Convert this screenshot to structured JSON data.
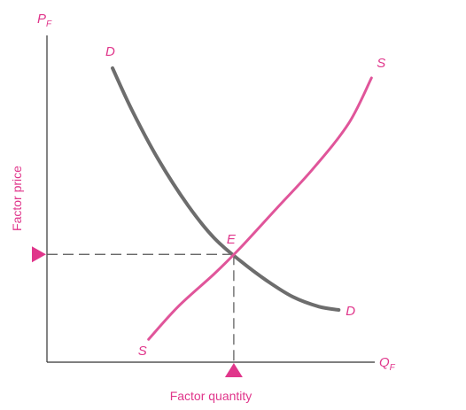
{
  "chart_data": {
    "type": "line",
    "title": "",
    "xlabel": "Factor quantity",
    "ylabel": "Factor price",
    "x_axis_symbol": "Q",
    "x_axis_symbol_sub": "F",
    "y_axis_symbol": "P",
    "y_axis_symbol_sub": "F",
    "xlim": [
      0,
      100
    ],
    "ylim": [
      0,
      100
    ],
    "grid": false,
    "series": [
      {
        "name": "D",
        "start_label": "D",
        "end_label": "D",
        "color": "#6d6d6d",
        "x": [
          20,
          26,
          34,
          43,
          51,
          59,
          67,
          75,
          83,
          89
        ],
        "y": [
          90,
          77,
          62,
          48,
          38,
          31,
          25,
          20,
          17,
          16
        ]
      },
      {
        "name": "S",
        "start_label": "S",
        "end_label": "S",
        "color": "#e0559a",
        "x": [
          31,
          40,
          51,
          59,
          70,
          81,
          92,
          99
        ],
        "y": [
          7,
          17,
          27,
          35,
          47,
          59,
          73,
          87
        ]
      }
    ],
    "equilibrium": {
      "label": "E",
      "x": 57,
      "y": 33
    },
    "colors": {
      "accent": "#e0368b",
      "axis": "#333333",
      "guide": "#555555"
    }
  }
}
